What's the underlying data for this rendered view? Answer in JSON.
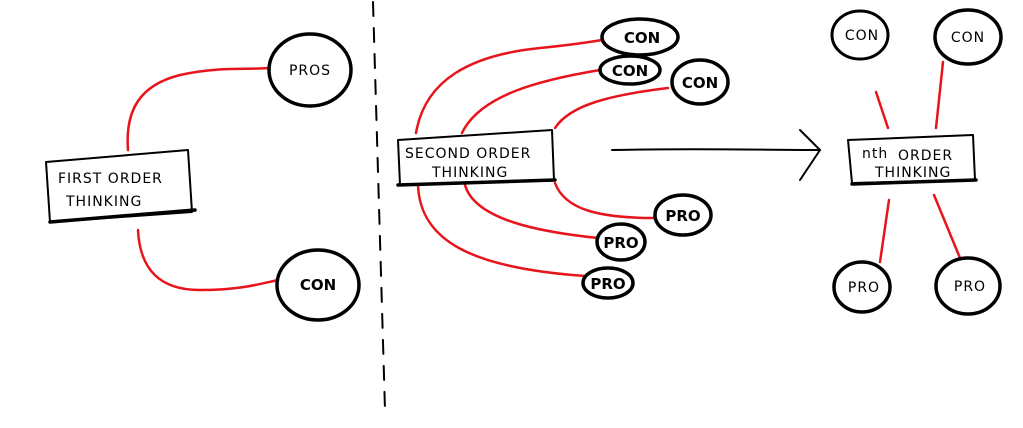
{
  "colors": {
    "ink": "#000000",
    "connector": "#e8141c",
    "background": "#ffffff"
  },
  "first_order": {
    "box_line1": "FIRST ORDER",
    "box_line2": "THINKING",
    "nodes": [
      "PROS",
      "CON"
    ]
  },
  "second_order": {
    "box_line1": "SECOND ORDER",
    "box_line2": "THINKING",
    "cons": [
      "CON",
      "CON",
      "CON"
    ],
    "pros": [
      "PRO",
      "PRO",
      "PRO"
    ]
  },
  "nth_order": {
    "box_sup": "nth",
    "box_line1": "ORDER",
    "box_line2": "THINKING",
    "cons": [
      "CON",
      "CON"
    ],
    "pros": [
      "PRO",
      "PRO"
    ]
  }
}
